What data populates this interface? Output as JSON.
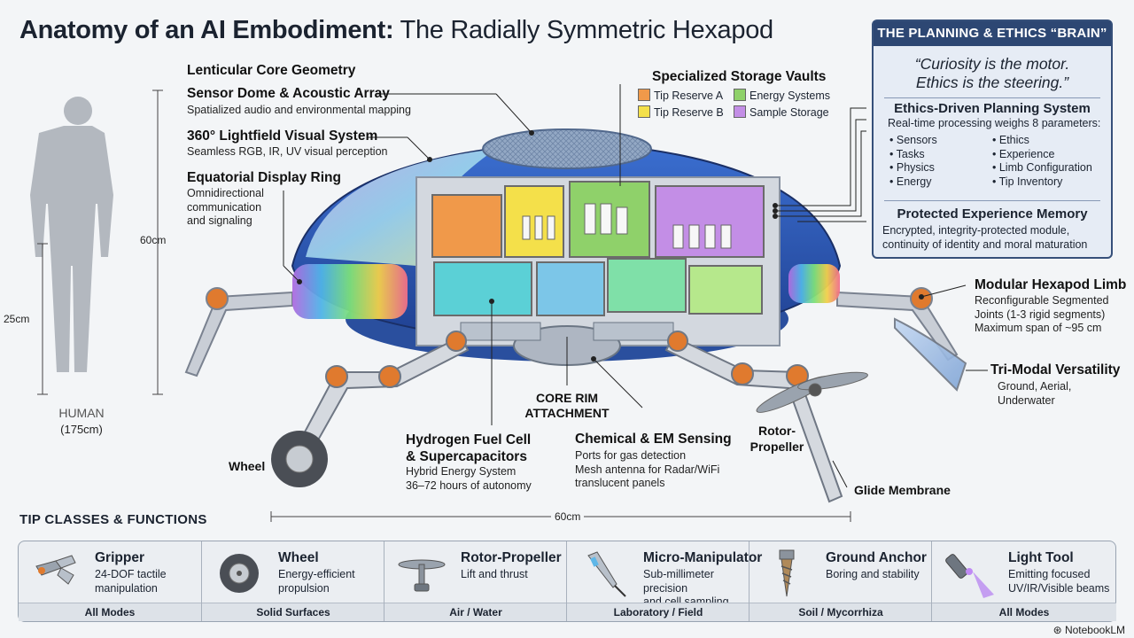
{
  "title": {
    "bold": "Anatomy of an AI Embodiment:",
    "rest": " The Radially Symmetric Hexapod"
  },
  "human": {
    "label": "HUMAN",
    "height": "(175cm)",
    "dim_height": "60cm",
    "dim_low": "25cm"
  },
  "dims": {
    "width": "60cm"
  },
  "callouts": {
    "lenticular": "Lenticular Core Geometry",
    "sensor_dome": {
      "title": "Sensor Dome & Acoustic Array",
      "desc": "Spatialized audio and environmental mapping"
    },
    "lightfield": {
      "title": "360° Lightfield Visual System",
      "desc": "Seamless RGB, IR, UV visual perception"
    },
    "display_ring": {
      "title": "Equatorial Display Ring",
      "desc_lines": [
        "Omnidirectional",
        "communication",
        "and signaling"
      ]
    },
    "storage": {
      "title": "Specialized Storage Vaults",
      "items": [
        {
          "label": "Tip Reserve A",
          "color": "#f0994a"
        },
        {
          "label": "Energy Systems",
          "color": "#8fd16a"
        },
        {
          "label": "Tip Reserve B",
          "color": "#f4e04a"
        },
        {
          "label": "Sample Storage",
          "color": "#c38ee6"
        }
      ]
    },
    "limb": {
      "title": "Modular Hexapod Limb",
      "desc_lines": [
        "Reconfigurable Segmented",
        "Joints (1-3 rigid segments)",
        "Maximum span of ~95 cm"
      ]
    },
    "trimodal": {
      "title": "Tri-Modal Versatility",
      "desc_lines": [
        "Ground, Aerial,",
        "Underwater"
      ]
    },
    "core_rim": {
      "lines": [
        "CORE RIM",
        "ATTACHMENT"
      ]
    },
    "fuel": {
      "title_lines": [
        "Hydrogen Fuel Cell",
        "& Supercapacitors"
      ],
      "desc_lines": [
        "Hybrid Energy System",
        "36–72 hours of autonomy"
      ]
    },
    "chem": {
      "title": "Chemical & EM Sensing",
      "desc_lines": [
        "Ports for gas detection",
        "Mesh antenna for Radar/WiFi",
        "translucent panels"
      ]
    },
    "rotor": {
      "lines": [
        "Rotor-",
        "Propeller"
      ]
    },
    "wheel": "Wheel",
    "glide": "Glide Membrane"
  },
  "brain": {
    "header": "THE PLANNING & ETHICS “BRAIN”",
    "quote_lines": [
      "“Curiosity is the motor.",
      "Ethics is the steering.”"
    ],
    "planning": {
      "title": "Ethics-Driven Planning System",
      "desc": "Real-time processing weighs 8 parameters:",
      "col1": [
        "Sensors",
        "Tasks",
        "Physics",
        "Energy"
      ],
      "col2": [
        "Ethics",
        "Experience",
        "Limb Configuration",
        "Tip Inventory"
      ]
    },
    "memory": {
      "title": "Protected Experience Memory",
      "desc_lines": [
        "Encrypted, integrity-protected module,",
        "continuity of identity and moral maturation"
      ]
    }
  },
  "tips": {
    "title": "TIP CLASSES & FUNCTIONS",
    "items": [
      {
        "name": "Gripper",
        "desc_lines": [
          "24-DOF tactile",
          "manipulation"
        ],
        "foot": "All Modes",
        "icon": "gripper-icon"
      },
      {
        "name": "Wheel",
        "desc_lines": [
          "Energy-efficient",
          "propulsion"
        ],
        "foot": "Solid Surfaces",
        "icon": "wheel-icon"
      },
      {
        "name": "Rotor-Propeller",
        "desc_lines": [
          "Lift and thrust"
        ],
        "foot": "Air / Water",
        "icon": "propeller-icon"
      },
      {
        "name": "Micro-Manipulator",
        "desc_lines": [
          "Sub-millimeter precision",
          "and cell sampling"
        ],
        "foot": "Laboratory / Field",
        "icon": "micro-manipulator-icon"
      },
      {
        "name": "Ground Anchor",
        "desc_lines": [
          "Boring and stability"
        ],
        "foot": "Soil / Mycorrhiza",
        "icon": "ground-anchor-icon"
      },
      {
        "name": "Light Tool",
        "desc_lines": [
          "Emitting focused",
          "UV/IR/Visible beams"
        ],
        "foot": "All Modes",
        "icon": "light-tool-icon"
      }
    ]
  },
  "brand": "NotebookLM"
}
